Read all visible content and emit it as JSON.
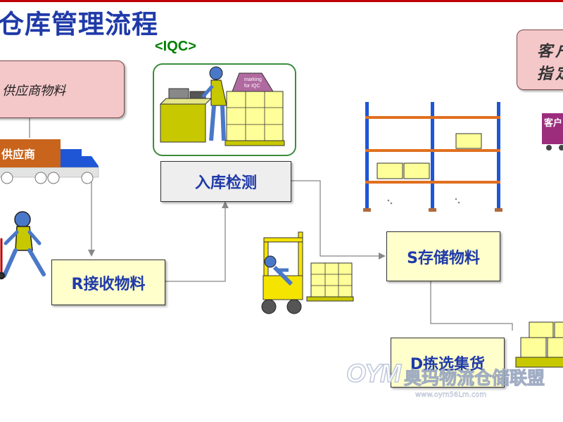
{
  "title": "仓库管理流程",
  "iqc_label": "<IQC>",
  "iqc_box_text": [
    "marking",
    "for IQC"
  ],
  "supplier_box": "供应商物料",
  "supplier_truck_tag": "供应商",
  "customer_box": [
    "客户",
    "指定"
  ],
  "customer_truck_tag": "客户",
  "steps": {
    "inspection": "入库检测",
    "receive": "R接收物料",
    "store": "S存储物料",
    "pick": "D拣选集货"
  },
  "watermark": {
    "logo": "OYM",
    "name": "奥玛物流仓储联盟",
    "url": "www.oym56Lm.com"
  },
  "colors": {
    "title": "#1f3aa8",
    "iqc": "#008000",
    "step_fill": "#ffffcc",
    "supplier_box": "#f4c7c9",
    "supplier_tag": "#c8641c",
    "customer_tag": "#9c2d7d"
  }
}
